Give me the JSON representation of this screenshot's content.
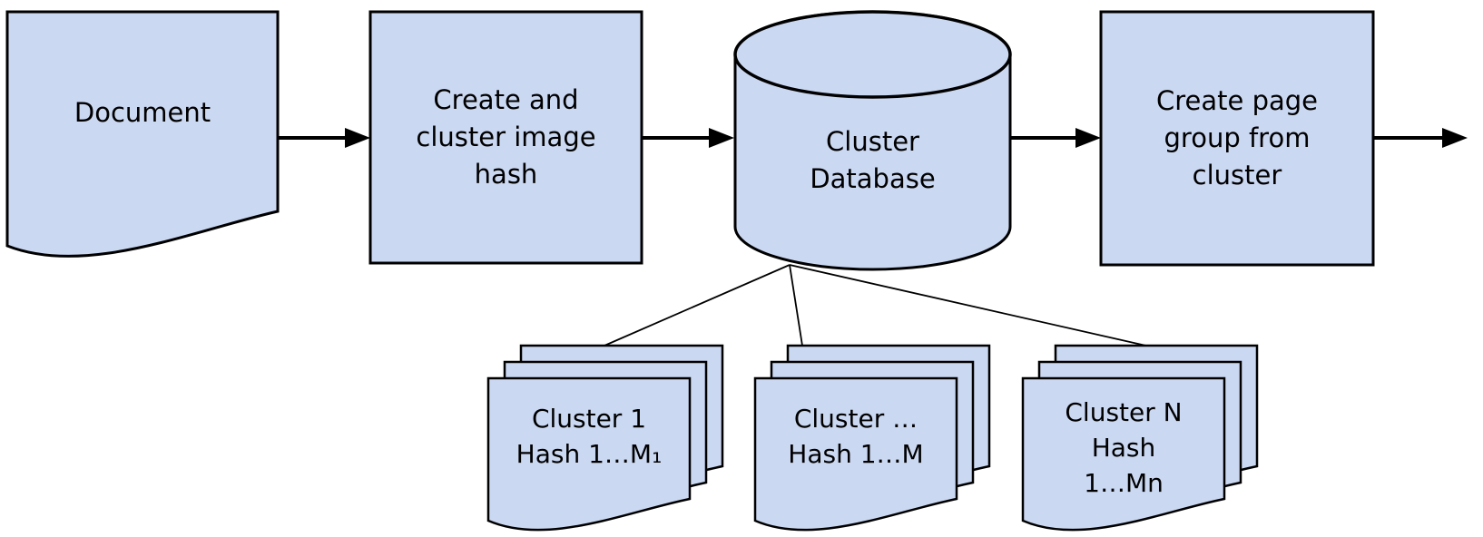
{
  "colors": {
    "shape_fill": "#cbd8f2",
    "shape_stroke": "#000000",
    "connector": "#000000",
    "background": "#ffffff",
    "text": "#000000"
  },
  "nodes": {
    "document": {
      "label": "Document",
      "shape": "document"
    },
    "create_hash": {
      "label": "Create and\ncluster image\nhash",
      "shape": "rectangle"
    },
    "cluster_database": {
      "label": "Cluster\nDatabase",
      "shape": "cylinder"
    },
    "create_page_group": {
      "label": "Create page\ngroup from\ncluster",
      "shape": "rectangle"
    },
    "cluster_1_stack": {
      "label": "Cluster 1\nHash 1…M₁",
      "shape": "multi-document"
    },
    "cluster_mid_stack": {
      "label": "Cluster …\nHash 1…M",
      "shape": "multi-document"
    },
    "cluster_n_stack": {
      "label": "Cluster N\nHash\n1…Mn",
      "shape": "multi-document"
    }
  },
  "connections": [
    {
      "from": "document",
      "to": "create_hash",
      "type": "arrow"
    },
    {
      "from": "create_hash",
      "to": "cluster_database",
      "type": "arrow"
    },
    {
      "from": "cluster_database",
      "to": "create_page_group",
      "type": "arrow"
    },
    {
      "from": "create_page_group",
      "to": "",
      "type": "arrow-exit-right"
    },
    {
      "from": "cluster_database",
      "to": "cluster_1_stack",
      "type": "line"
    },
    {
      "from": "cluster_database",
      "to": "cluster_mid_stack",
      "type": "line"
    },
    {
      "from": "cluster_database",
      "to": "cluster_n_stack",
      "type": "line"
    }
  ]
}
